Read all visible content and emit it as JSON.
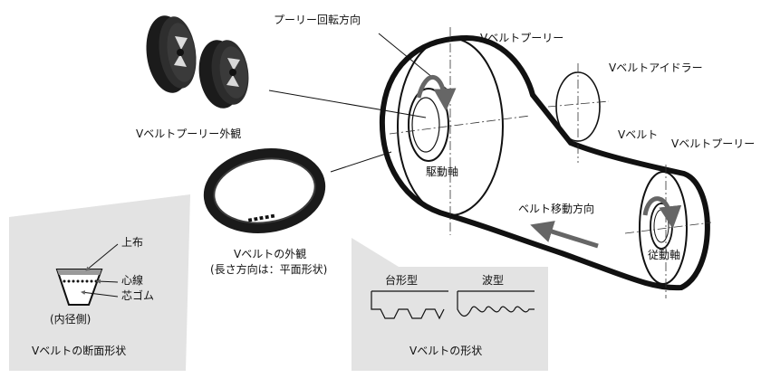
{
  "labels": {
    "pulley_rotation_direction": "プーリー回転方向",
    "v_belt_pulley_top": "Vベルトプーリー",
    "v_belt_idler": "Vベルトアイドラー",
    "v_belt": "Vベルト",
    "v_belt_pulley_right": "Vベルトプーリー",
    "drive_shaft": "駆動軸",
    "driven_shaft": "従動軸",
    "belt_travel_direction": "ベルト移動方向",
    "pulley_appearance": "Vベルトプーリー外観",
    "belt_appearance": "Vベルトの外観",
    "belt_appearance_note": "(長さ方向は：平面形状)",
    "cross_section": {
      "top_cloth": "上布",
      "core_wire": "心線",
      "core_rubber": "芯ゴム",
      "inner_side": "(内径側)",
      "title": "Vベルトの断面形状"
    },
    "belt_shape": {
      "trapezoid": "台形型",
      "wave": "波型",
      "title": "Vベルトの形状"
    }
  },
  "colors": {
    "panel_gray": "#e3e3e3",
    "arrow_gray": "#666666",
    "line_black": "#111111",
    "pulley_dark": "#1b1b1b"
  }
}
